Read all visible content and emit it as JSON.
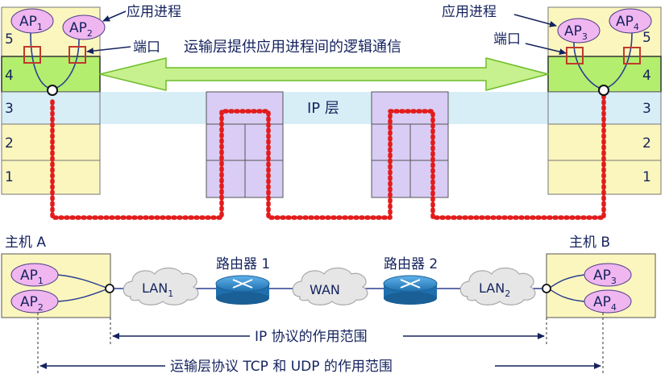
{
  "labels": {
    "app_process": "应用进程",
    "port": "端口",
    "transport_comm": "运输层提供应用进程间的逻辑通信",
    "ip_layer": "IP 层",
    "host_a": "主机 A",
    "host_b": "主机 B",
    "router1": "路由器 1",
    "router2": "路由器 2",
    "ip_scope": "IP 协议的作用范围",
    "transport_scope": "运输层协议 TCP 和 UDP 的作用范围"
  },
  "layers": [
    "5",
    "4",
    "3",
    "2",
    "1"
  ],
  "left_procs": [
    {
      "main": "AP",
      "sub": "1"
    },
    {
      "main": "AP",
      "sub": "2"
    }
  ],
  "right_procs": [
    {
      "main": "AP",
      "sub": "3"
    },
    {
      "main": "AP",
      "sub": "4"
    }
  ],
  "bottom_a_procs": [
    {
      "main": "AP",
      "sub": "1"
    },
    {
      "main": "AP",
      "sub": "2"
    }
  ],
  "bottom_b_procs": [
    {
      "main": "AP",
      "sub": "3"
    },
    {
      "main": "AP",
      "sub": "4"
    }
  ],
  "clouds": [
    {
      "main": "LAN",
      "sub": "1"
    },
    {
      "main": "WAN",
      "sub": ""
    },
    {
      "main": "LAN",
      "sub": "2"
    }
  ],
  "colors": {
    "layer_yellow": "#fbf6bd",
    "layer4_green": "#b3ee6e",
    "ip_band": "#d7eef7",
    "router_box": "#d9cdf5",
    "ellipse_fill": "#f0b6ef",
    "port_stroke": "#c0392b",
    "dotted_red": "#e21c1c",
    "arrow_green": "#c7f08e",
    "arrow_stroke": "#6dbd2a",
    "router_blue": "#2e86c9",
    "text_blue": "#15235e"
  }
}
